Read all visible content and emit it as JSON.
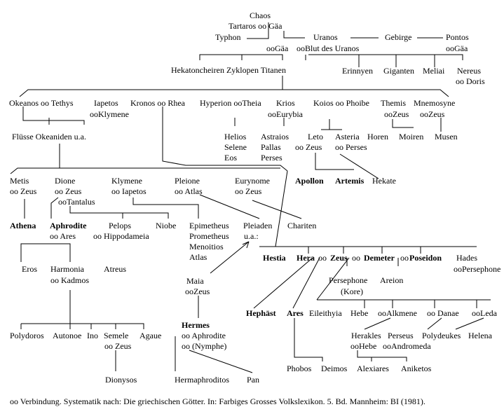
{
  "nodes": {
    "chaos": "Chaos",
    "tartaros_gaa": "Tartaros oo  Gäa",
    "typhon": "Typhon",
    "uranos": "Uranos",
    "gebirge": "Gebirge",
    "pontos": "Pontos",
    "oogaa_1": "ooGäa",
    "oo_blut_uranos": "ooBlut des Uranos",
    "oogaa_2": "ooGäa",
    "hekatoncheiren_line": "Hekatoncheiren Zyklopen Titanen",
    "erinnyen": "Erinnyen",
    "giganten": "Giganten",
    "meliai": "Meliai",
    "nereus": "Nereus",
    "oo_doris": "oo Doris",
    "okeanos": "Okeanos oo Tethys",
    "iapetos": "Iapetos",
    "ooklymene": "ooKlymene",
    "kronos_rhea": "Kronos oo Rhea",
    "hyperion_theia": "Hyperion ooTheia",
    "krios": "Krios",
    "ooeurybia": "ooEurybia",
    "koios_phoibe": "Koios oo Phoibe",
    "themis": "Themis",
    "oozeus_themis": "ooZeus",
    "mnemosyne": "Mnemosyne",
    "oozeus_mnemosyne": "ooZeus",
    "flusse": "Flüsse Okeaniden u.a.",
    "helios": "Helios",
    "selene": "Selene",
    "eos": "Eos",
    "astraios": "Astraios",
    "pallas": "Pallas",
    "perses": "Perses",
    "leto": "Leto",
    "oo_zeus_leto": "oo Zeus",
    "asteria": "Asteria",
    "oo_perses": "oo Perses",
    "horen": "Horen",
    "moiren": "Moiren",
    "musen": "Musen",
    "apollon": "Apollon",
    "artemis": "Artemis",
    "hekate": "Hekate",
    "metis": "Metis",
    "oo_zeus_metis": "oo Zeus",
    "dione": "Dione",
    "oo_zeus_dione": "oo Zeus",
    "ootantalus": "ooTantalus",
    "klymene": "Klymene",
    "oo_iapetos": "oo Iapetos",
    "pleione": "Pleione",
    "oo_atlas": "oo Atlas",
    "eurynome": "Eurynome",
    "oo_zeus_eurynome": "oo Zeus",
    "athena": "Athena",
    "aphrodite": "Aphrodite",
    "oo_ares": "oo Ares",
    "pelops": "Pelops",
    "oo_hippodameia": "oo Hippodameia",
    "niobe": "Niobe",
    "epimetheus": "Epimetheus",
    "prometheus": "Prometheus",
    "menoitios": "Menoitios",
    "atlas": "Atlas",
    "pleiaden": "Pleiaden",
    "ua": "u.a.:",
    "chariten": "Chariten",
    "hestia": "Hestia",
    "hera": "Hera",
    "oo_between": "oo",
    "zeus": "Zeus",
    "oo_after_zeus": "oo",
    "demeter": "Demeter",
    "oo_poseidon_prefix": "oo",
    "poseidon": "Poseidon",
    "hades": "Hades",
    "oopersephone": "ooPersephone",
    "eros": "Eros",
    "harmonia": "Harmonia",
    "oo_kadmos": "oo Kadmos",
    "atreus": "Atreus",
    "maia": "Maia",
    "oozeus_maia": "ooZeus",
    "persephone": "Persephone",
    "kore": "(Kore)",
    "areion": "Areion",
    "hephast": "Hephäst",
    "ares": "Ares",
    "eileithyia": "Eileithyia",
    "hebe": "Hebe",
    "ooalkmene": "ooAlkmene",
    "oo_danae": "oo Danae",
    "ooleda": "ooLeda",
    "hermes": "Hermes",
    "oo_aphrodite": "oo Aphrodite",
    "oo_nymphe": "oo (Nymphe)",
    "polydoros": "Polydoros",
    "autonoe": "Autonoe",
    "ino": "Ino",
    "semele": "Semele",
    "oo_zeus_semele": "oo Zeus",
    "agaue": "Agaue",
    "herakles": "Herakles",
    "oohebe": "ooHebe",
    "perseus": "Perseus",
    "ooandromeda": "ooAndromeda",
    "polydeukes": "Polydeukes",
    "helena": "Helena",
    "phobos": "Phobos",
    "deimos": "Deimos",
    "alexiares": "Alexiares",
    "aniketos": "Aniketos",
    "dionysos": "Dionysos",
    "hermaphroditos": "Hermaphroditos",
    "pan": "Pan"
  },
  "footer": "oo Verbindung.  Systematik nach: Die griechischen Götter. In: Farbiges Grosses Volkslexikon. 5. Bd. Mannheim: BI (1981).",
  "line_color": "#000000",
  "background": "#ffffff"
}
